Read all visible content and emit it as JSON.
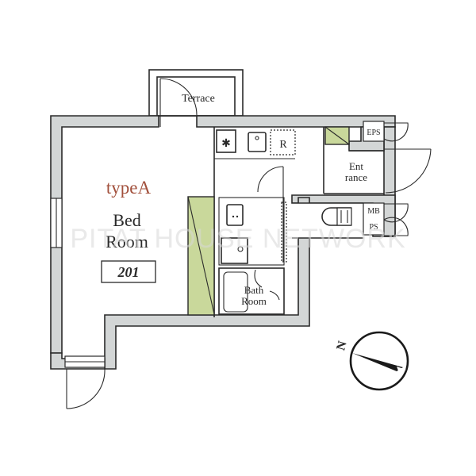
{
  "plan": {
    "type_label": "typeA",
    "rooms": {
      "terrace": "Terrace",
      "bedroom_line1": "Bed",
      "bedroom_line2": "Room",
      "entrance_line1": "Ent",
      "entrance_line2": "rance",
      "bath_line1": "Bath",
      "bath_line2": "Room",
      "eps": "EPS",
      "mbps_line1": "MB",
      "mbps_line2": "PS",
      "fridge": "R"
    },
    "room_number": "201",
    "watermark": "PITAT HOUSE NETWORK",
    "compass": {
      "label": "N"
    },
    "colors": {
      "wall": "#d3d6d6",
      "closet": "#c9d89b",
      "type_label": "#a2503c",
      "line": "#2a2a2a"
    }
  }
}
